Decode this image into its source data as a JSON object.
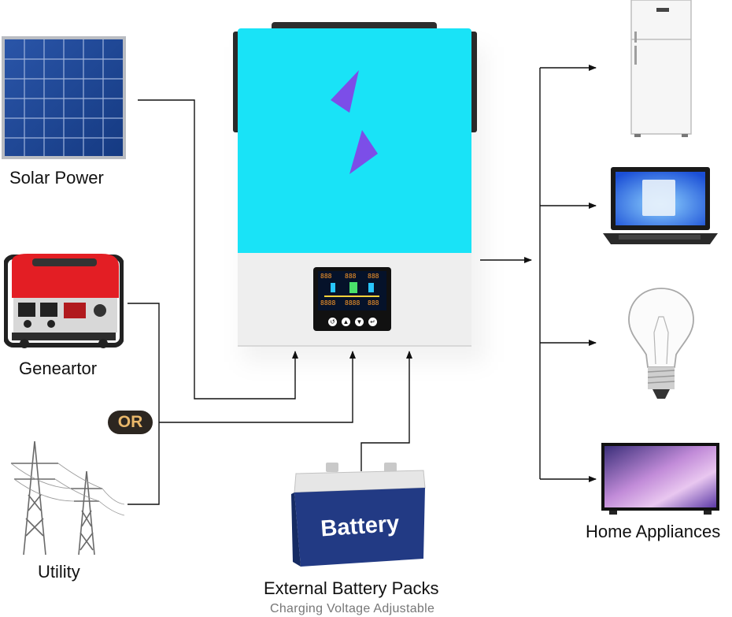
{
  "labels": {
    "solar": "Solar Power",
    "generator": "Geneartor",
    "or_badge": "OR",
    "utility": "Utility",
    "battery_packs": "External Battery Packs",
    "battery_sub": "Charging Voltage Adjustable",
    "appliances": "Home Appliances"
  },
  "battery_text": "Battery",
  "display_readouts": [
    "888",
    "888",
    "888",
    "8888",
    "8888",
    "888"
  ],
  "display_buttons": [
    "return-icon",
    "up-icon",
    "down-icon",
    "enter-icon"
  ],
  "colors": {
    "inverter_top": "#19e3f7",
    "inverter_bottom": "#eeeeee",
    "bolt": "#7c4ee8",
    "battery_body": "#223a84",
    "or_badge_bg": "#2c2620",
    "or_badge_text": "#e9b76a",
    "line": "#111111"
  }
}
